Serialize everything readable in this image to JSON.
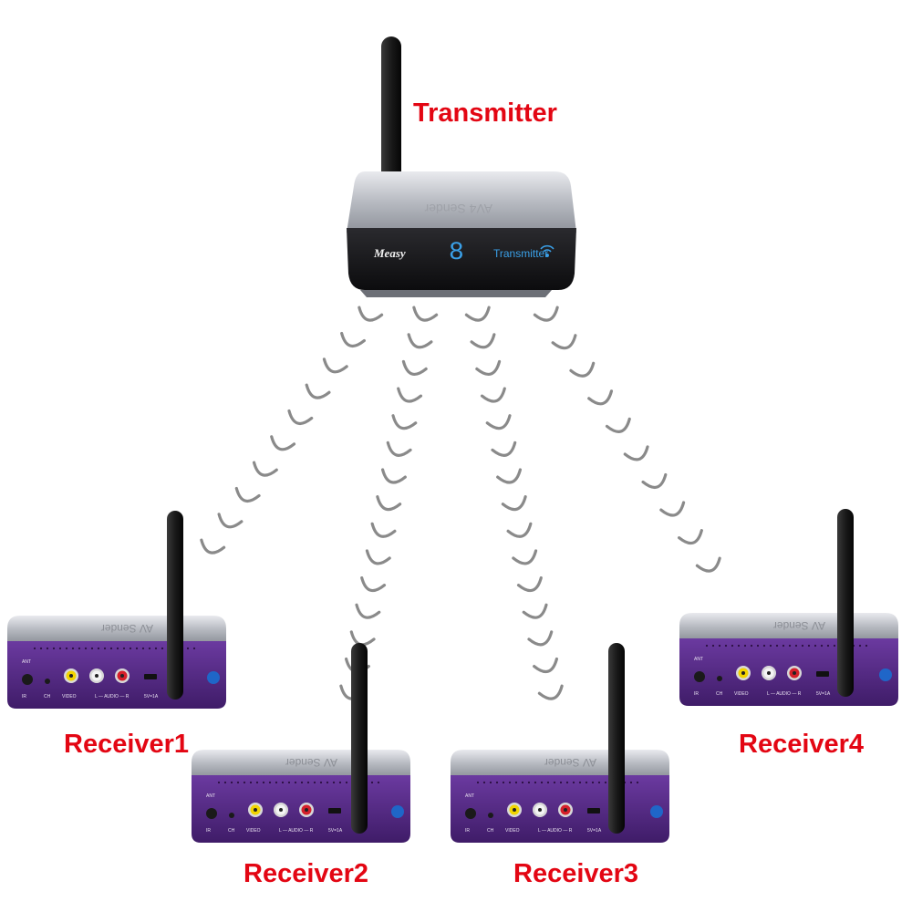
{
  "colors": {
    "label": "#e30613",
    "wave": "#8a8a8a",
    "purple": "#5b2a8c",
    "silver": "#b9bcc3",
    "display": "#3aa0e8"
  },
  "transmitter": {
    "label": "Transmitter",
    "brand": "Measy",
    "display_digit": "8",
    "display_text": "Transmitter",
    "top_text": "AV4 Sender"
  },
  "receivers": [
    {
      "label": "Receiver1"
    },
    {
      "label": "Receiver2"
    },
    {
      "label": "Receiver3"
    },
    {
      "label": "Receiver4"
    }
  ],
  "receiver_panel": {
    "top_text": "AV Sender",
    "ant": "ANT",
    "ir": "IR",
    "ch": "CH",
    "video": "VIDEO",
    "audio": "L — AUDIO — R",
    "power": "5V=1A"
  },
  "icons": [
    "antenna-icon",
    "wifi-icon",
    "rca-jack-icon",
    "signal-wave-icon"
  ]
}
